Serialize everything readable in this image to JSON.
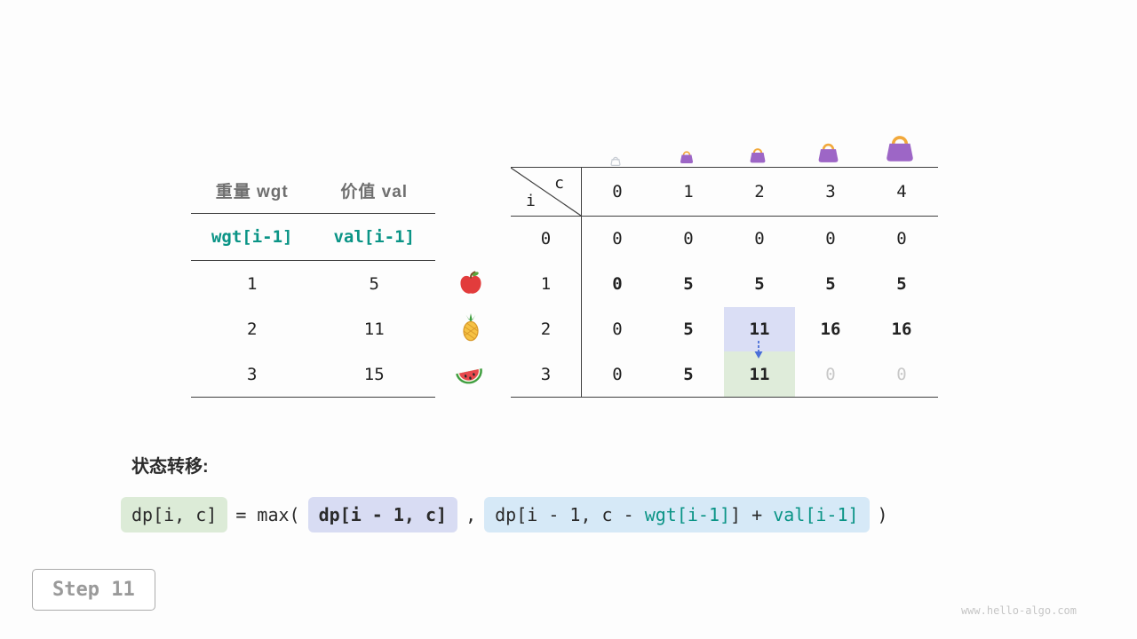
{
  "item_table": {
    "col_headers": [
      "重量 wgt",
      "价值 val"
    ],
    "formula_row": [
      "wgt[i-1]",
      "val[i-1]"
    ],
    "rows": [
      {
        "wgt": "1",
        "val": "5",
        "icon": "apple-icon"
      },
      {
        "wgt": "2",
        "val": "11",
        "icon": "pineapple-icon"
      },
      {
        "wgt": "3",
        "val": "15",
        "icon": "watermelon-icon"
      }
    ]
  },
  "dp_table": {
    "corner": {
      "top": "c",
      "bottom": "i"
    },
    "col_headers": [
      "0",
      "1",
      "2",
      "3",
      "4"
    ],
    "rows": [
      {
        "label": "0",
        "cells": [
          "0",
          "0",
          "0",
          "0",
          "0"
        ]
      },
      {
        "label": "1",
        "cells": [
          "0",
          "5",
          "5",
          "5",
          "5"
        ]
      },
      {
        "label": "2",
        "cells": [
          "0",
          "5",
          "11",
          "16",
          "16"
        ]
      },
      {
        "label": "3",
        "cells": [
          "0",
          "5",
          "11",
          "0",
          "0"
        ]
      }
    ],
    "highlight": {
      "source_cell": {
        "row": 2,
        "col": 2,
        "color": "#dadef5"
      },
      "target_cell": {
        "row": 3,
        "col": 2,
        "color": "#dfecda"
      },
      "arrow": "arrow-down-icon"
    }
  },
  "icons": {
    "bags": [
      "empty-bag-icon",
      "bag-icon-small",
      "bag-icon-medium",
      "bag-icon-large",
      "bag-icon-xlarge"
    ],
    "fruits": [
      "apple-icon",
      "pineapple-icon",
      "watermelon-icon"
    ]
  },
  "transition": {
    "label": "状态转移:",
    "lhs": "dp[i, c]",
    "equals": "= max(",
    "arg1": "dp[i - 1, c]",
    "comma": ",",
    "arg2_prefix": "dp[i - 1, c - ",
    "arg2_wgt": "wgt[i-1]",
    "arg2_mid": "] + ",
    "ar2_val_note": "",
    "arg2_val": "val[i-1]",
    "close": ")"
  },
  "colors": {
    "teal": "#0a9486",
    "lavender_highlight": "#dadef5",
    "green_highlight": "#dfecda",
    "blue_box": "#d6e9f7",
    "arrow_blue": "#4a6fd8",
    "bag_purple": "#9d66c6",
    "bag_handle_orange": "#f2a93b"
  },
  "step": {
    "label": "Step 11"
  },
  "watermark": "www.hello-algo.com"
}
